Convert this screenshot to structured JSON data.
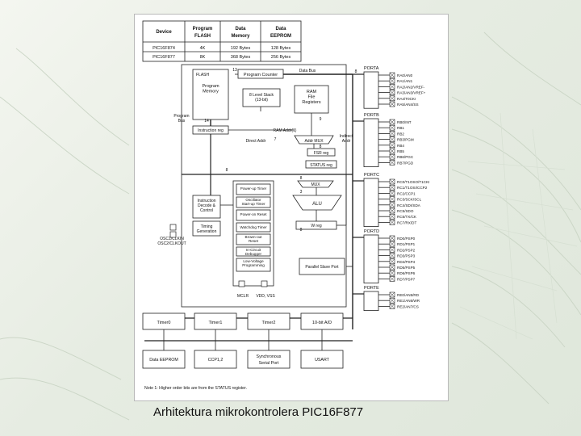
{
  "device_table": {
    "headers": [
      "Device",
      "Program FLASH",
      "Data Memory",
      "Data EEPROM"
    ],
    "rows": [
      [
        "PIC16F874",
        "4K",
        "192 Bytes",
        "128 Bytes"
      ],
      [
        "PIC16F877",
        "8K",
        "368 Bytes",
        "256 Bytes"
      ]
    ]
  },
  "blocks": {
    "flash_title": "FLASH",
    "program_memory": [
      "Program",
      "Memory"
    ],
    "program_counter": "Program Counter",
    "stack": [
      "8 Level Stack",
      "(13-bit)"
    ],
    "ram": [
      "RAM",
      "File",
      "Registers"
    ],
    "instruction_reg": "Instruction reg",
    "instruction_decode": [
      "Instruction",
      "Decode &",
      "Control"
    ],
    "timing": [
      "Timing",
      "Generation"
    ],
    "addr_mux": "Addr MUX",
    "fsr_reg": "FSR reg",
    "status_reg": "STATUS reg",
    "mux": "MUX",
    "alu": "ALU",
    "w_reg": "W reg",
    "parallel_slave_port": "Parallel Slave Port",
    "power_box": [
      "Power-up Timer",
      "Oscillator Start-up Timer",
      "Power-on Reset",
      "Watchdog Timer",
      "Brown-out Reset",
      "In-Circuit Debugger",
      "Low-Voltage Programming"
    ],
    "peripherals_row1": [
      "Timer0",
      "Timer1",
      "Timer2",
      "10-bit A/D"
    ],
    "peripherals_row2": [
      "Data EEPROM",
      "CCP1,2",
      "Synchronous Serial Port",
      "USART"
    ]
  },
  "labels": {
    "data_bus": "Data Bus",
    "program_bus": [
      "Program",
      "Bus"
    ],
    "ram_addr": "RAM Addr",
    "ram_addr_sup": "(1)",
    "direct_addr": "Direct Addr",
    "indirect_addr": [
      "Indirect",
      "Addr"
    ],
    "osc": [
      "OSC1/CLKIN",
      "OSC2/CLKOUT"
    ],
    "mclr": "MCLR",
    "vdd_vss": "VDD, VSS",
    "bus_widths": [
      "13",
      "8",
      "14",
      "7",
      "9",
      "8",
      "8",
      "8",
      "3",
      "8"
    ]
  },
  "ports": [
    {
      "name": "PORTA",
      "pins": [
        "RA0/AN0",
        "RA1/AN1",
        "RA2/AN2/VREF-",
        "RA3/AN3/VREF+",
        "RA4/T0CKI",
        "RA5/AN4/SS"
      ]
    },
    {
      "name": "PORTB",
      "pins": [
        "RB0/INT",
        "RB1",
        "RB2",
        "RB3/PGM",
        "RB4",
        "RB5",
        "RB6/PGC",
        "RB7/PGD"
      ]
    },
    {
      "name": "PORTC",
      "pins": [
        "RC0/T1OSO/T1CKI",
        "RC1/T1OSI/CCP2",
        "RC2/CCP1",
        "RC3/SCK/SCL",
        "RC4/SDI/SDA",
        "RC5/SDO",
        "RC6/TX/CK",
        "RC7/RX/DT"
      ]
    },
    {
      "name": "PORTD",
      "pins": [
        "RD0/PSP0",
        "RD1/PSP1",
        "RD2/PSP2",
        "RD3/PSP3",
        "RD4/PSP4",
        "RD5/PSP5",
        "RD6/PSP6",
        "RD7/PSP7"
      ]
    },
    {
      "name": "PORTE",
      "pins": [
        "RE0/AN5/RD",
        "RE1/AN6/WR",
        "RE2/AN7/CS"
      ]
    }
  ],
  "note": "Note 1: Higher order bits are from the STATUS register.",
  "caption": "Arhitektura mikrokontrolera PIC16F877"
}
